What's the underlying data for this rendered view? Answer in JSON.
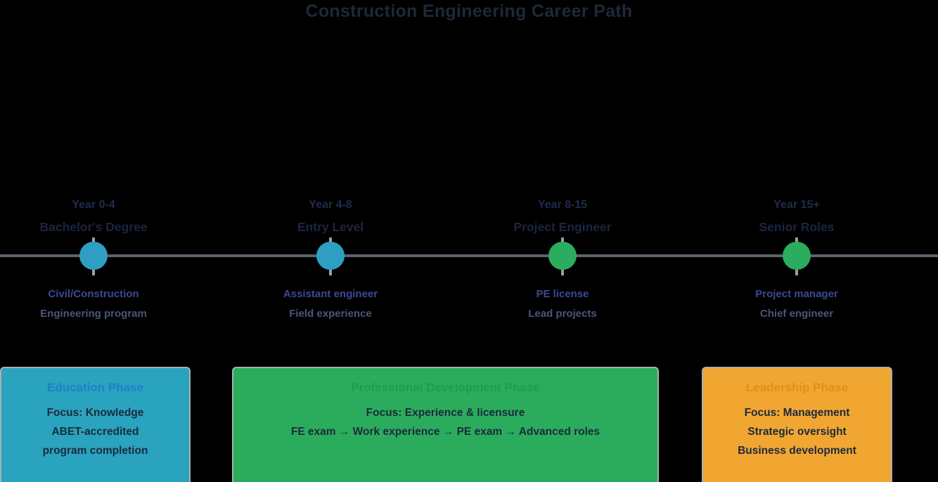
{
  "title": "Construction Engineering Career Path",
  "colors": {
    "background": "#000000",
    "title_text": "#1E2838",
    "year_text": "#222B4C",
    "role_text": "#1E2440",
    "detail1_text": "#3A4A94",
    "detail2_text": "#4A5677",
    "timeline_line": "#5B6370",
    "dot_stub": "#989EA4",
    "dot_teal": "#2E9FC2",
    "dot_green": "#2BAC5E",
    "box_border": "#A9AFB5",
    "box_body_text": "#1B2A3C"
  },
  "timeline": {
    "milestones": [
      {
        "year": "Year 0-4",
        "role": "Bachelor's Degree",
        "detail1": "Civil/Construction",
        "detail2": "Engineering program",
        "dot_color": "#2E9FC2"
      },
      {
        "year": "Year 4-8",
        "role": "Entry Level",
        "detail1": "Assistant engineer",
        "detail2": "Field experience",
        "dot_color": "#2E9FC2"
      },
      {
        "year": "Year 8-15",
        "role": "Project Engineer",
        "detail1": "PE license",
        "detail2": "Lead projects",
        "dot_color": "#2BAC5E"
      },
      {
        "year": "Year 15+",
        "role": "Senior Roles",
        "detail1": "Project manager",
        "detail2": "Chief engineer",
        "dot_color": "#2BAC5E"
      }
    ]
  },
  "phases": [
    {
      "name": "Education Phase",
      "fill": "#29A3BE",
      "header_color": "#1F80C8",
      "lines": [
        "Focus: Knowledge",
        "ABET-accredited",
        "program completion"
      ]
    },
    {
      "name": "Professional Development Phase",
      "fill": "#2BAC5C",
      "header_color": "#1F9A52",
      "lines": [
        "Focus: Experience & licensure",
        "FE exam → Work experience → PE exam → Advanced roles"
      ]
    },
    {
      "name": "Leadership Phase",
      "fill": "#F2A632",
      "header_color": "#DE9117",
      "lines": [
        "Focus: Management",
        "Strategic oversight",
        "Business development"
      ]
    }
  ]
}
